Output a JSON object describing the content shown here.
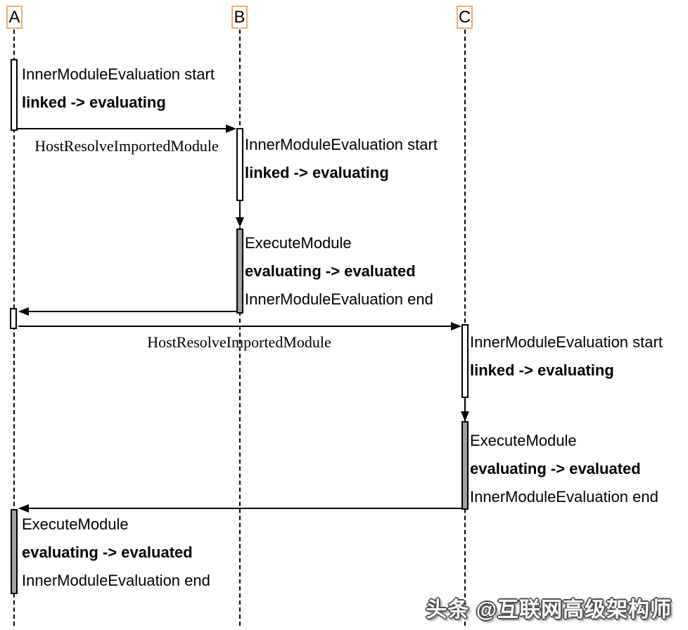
{
  "diagram": {
    "participants": {
      "a": "A",
      "b": "B",
      "c": "C"
    },
    "messages": {
      "m1": "HostResolveImportedModule",
      "m2": "HostResolveImportedModule"
    },
    "notes": {
      "a1": {
        "line1": "InnerModuleEvaluation start",
        "line2": "linked -> evaluating"
      },
      "b1": {
        "line1": "InnerModuleEvaluation start",
        "line2": "linked -> evaluating"
      },
      "b2": {
        "line1": "ExecuteModule",
        "line2": "evaluating -> evaluated",
        "line3": "InnerModuleEvaluation end"
      },
      "c1": {
        "line1": "InnerModuleEvaluation start",
        "line2": "linked -> evaluating"
      },
      "c2": {
        "line1": "ExecuteModule",
        "line2": "evaluating -> evaluated",
        "line3": "InnerModuleEvaluation end"
      },
      "a2": {
        "line1": "ExecuteModule",
        "line2": "evaluating -> evaluated",
        "line3": "InnerModuleEvaluation end"
      }
    },
    "colors": {
      "participant_border": "#f0ac6e",
      "activation_fill_gray": "#a1a1a1",
      "line": "#000000"
    }
  },
  "watermark": {
    "text": "头条 @互联网高级架构师",
    "fill": "#ffffff",
    "outline": "#4d4d4d"
  }
}
